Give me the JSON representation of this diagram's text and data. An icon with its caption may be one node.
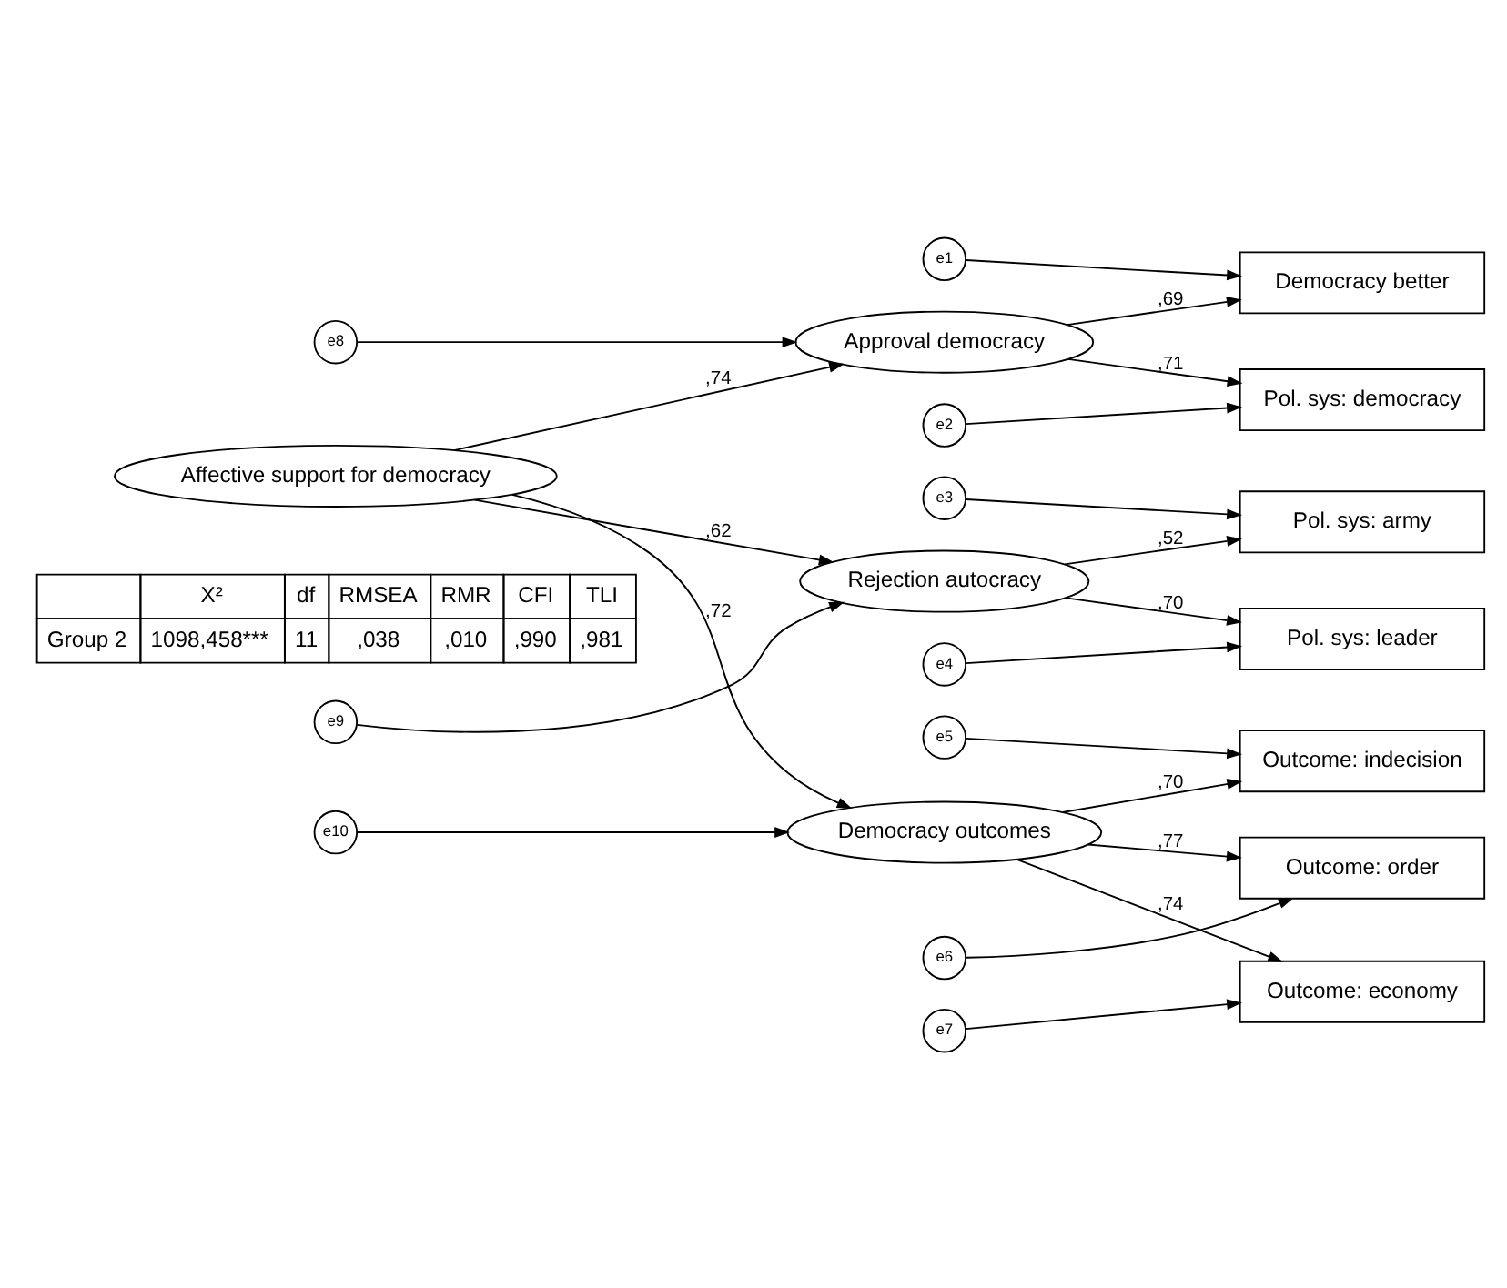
{
  "diagram": {
    "nodes": [
      {
        "text": [
          "Affective support for democracy"
        ]
      },
      {
        "text": [
          "Approval democracy"
        ]
      },
      {
        "text": [
          "Rejection autocracy"
        ]
      },
      {
        "text": [
          "Democracy outcomes"
        ]
      },
      {
        "text": [
          "Democracy better"
        ]
      },
      {
        "text": [
          "Pol. sys: democracy"
        ]
      },
      {
        "text": [
          "Pol. sys: army"
        ]
      },
      {
        "text": [
          "Pol. sys: leader"
        ]
      },
      {
        "text": [
          "Outcome: indecision"
        ]
      },
      {
        "text": [
          "Outcome: order"
        ]
      },
      {
        "text": [
          "Outcome: economy"
        ]
      },
      {
        "text": [
          "e8"
        ]
      },
      {
        "text": [
          "e1"
        ]
      },
      {
        "text": [
          "e2"
        ]
      },
      {
        "text": [
          "e9"
        ]
      },
      {
        "text": [
          "e3"
        ]
      },
      {
        "text": [
          "e4"
        ]
      },
      {
        "text": [
          "e10"
        ]
      },
      {
        "text": [
          "e5"
        ]
      },
      {
        "text": [
          "e6"
        ]
      },
      {
        "text": [
          "e7"
        ]
      }
    ],
    "edges": [
      {
        "from": 0,
        "to": 1,
        "arrow": "to",
        "label": ",74"
      },
      {
        "from": 0,
        "to": 2,
        "arrow": "to",
        "label": ",62"
      },
      {
        "from": 0,
        "to": 3,
        "arrow": "to",
        "label": ",72"
      },
      {
        "from": 1,
        "to": 4,
        "arrow": "to",
        "label": ",69"
      },
      {
        "from": 1,
        "to": 5,
        "arrow": "to",
        "label": ",71"
      },
      {
        "from": 2,
        "to": 6,
        "arrow": "to",
        "label": ",52"
      },
      {
        "from": 2,
        "to": 7,
        "arrow": "to",
        "label": ",70"
      },
      {
        "from": 3,
        "to": 8,
        "arrow": "to",
        "label": ",70"
      },
      {
        "from": 3,
        "to": 9,
        "arrow": "to",
        "label": ",77"
      },
      {
        "from": 3,
        "to": 10,
        "arrow": "to",
        "label": ",74"
      },
      {
        "from": 11,
        "to": 1,
        "arrow": "to"
      },
      {
        "from": 12,
        "to": 4,
        "arrow": "to"
      },
      {
        "from": 13,
        "to": 5,
        "arrow": "to"
      },
      {
        "from": 14,
        "to": 2,
        "arrow": "to"
      },
      {
        "from": 15,
        "to": 6,
        "arrow": "to"
      },
      {
        "from": 16,
        "to": 7,
        "arrow": "to"
      },
      {
        "from": 17,
        "to": 3,
        "arrow": "to"
      },
      {
        "from": 18,
        "to": 8,
        "arrow": "to"
      },
      {
        "from": 19,
        "to": 9,
        "arrow": "to"
      },
      {
        "from": 20,
        "to": 10,
        "arrow": "to"
      }
    ],
    "labels": [
      "X²",
      "df",
      "RMSEA",
      "RMR",
      "CFI",
      "TLI",
      "Group 2",
      "1098,458***",
      "11",
      ",038",
      ",010",
      ",990",
      ",981"
    ]
  }
}
